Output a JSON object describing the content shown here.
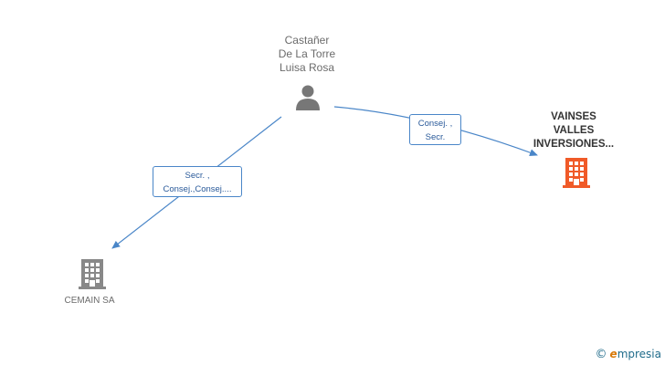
{
  "nodes": {
    "person": {
      "line1": "Castañer",
      "line2": "De La Torre",
      "line3": "Luisa Rosa"
    },
    "vainses": {
      "line1": "VAINSES",
      "line2": "VALLES",
      "line3": "INVERSIONES..."
    },
    "cemain": {
      "label": "CEMAIN SA"
    }
  },
  "edges": {
    "to_vainses": {
      "line1": "Consej. ,",
      "line2": "Secr."
    },
    "to_cemain": {
      "line1": "Secr. ,",
      "line2": "Consej.,Consej...."
    }
  },
  "colors": {
    "edge": "#4a86c8",
    "person_icon": "#777777",
    "building_main": "#f05a28",
    "building_other": "#888888"
  },
  "brand": {
    "copyright": "©",
    "initial": "e",
    "rest": "mpresia"
  }
}
